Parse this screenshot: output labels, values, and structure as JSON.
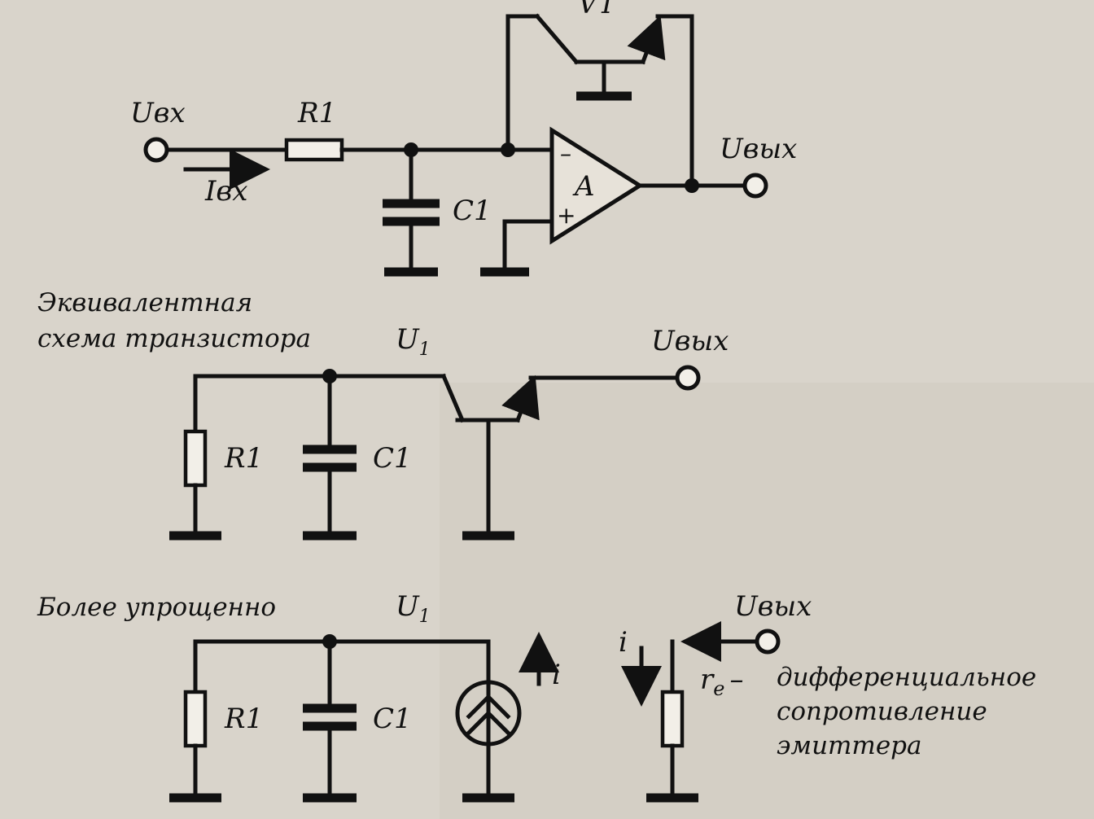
{
  "figure": {
    "background_color": "#d9d4cb",
    "ink_color": "#111111"
  },
  "top_circuit": {
    "input_label": "Uвх",
    "resistor_label": "R1",
    "current_label": "Iвх",
    "capacitor_label": "C1",
    "opamp_label": "A",
    "opamp_minus": "–",
    "opamp_plus": "+",
    "output_label": "Uвых",
    "transistor_label": "VT"
  },
  "middle_circuit": {
    "caption_line1": "Эквивалентная",
    "caption_line2": "схема транзистора",
    "node_label": "U",
    "node_label_sub": "1",
    "output_label": "Uвых",
    "resistor_label": "R1",
    "capacitor_label": "C1"
  },
  "bottom_circuit": {
    "caption": "Более упрощенно",
    "node_label": "U",
    "node_label_sub": "1",
    "output_label": "Uвых",
    "resistor_label": "R1",
    "capacitor_label": "C1",
    "source_current_label": "i",
    "branch_current_label": "i",
    "re_symbol": "r",
    "re_sub": "e",
    "re_dash": "–",
    "re_desc_line1": "дифференциальное",
    "re_desc_line2": "сопротивление",
    "re_desc_line3": "эмиттера"
  }
}
